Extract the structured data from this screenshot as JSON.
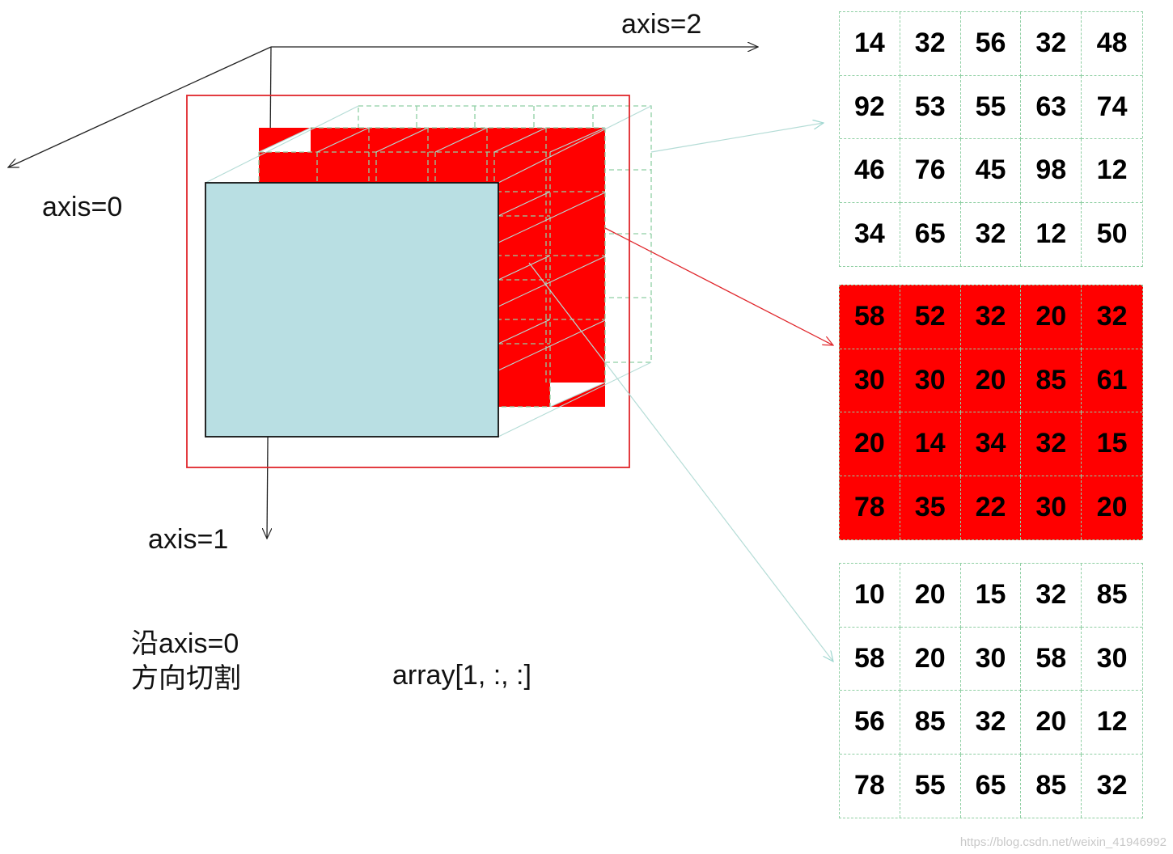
{
  "axes": {
    "axis0": "axis=0",
    "axis1": "axis=1",
    "axis2": "axis=2"
  },
  "caption": {
    "line1": "沿axis=0",
    "line2": "方向切割"
  },
  "slice_expr": "array[1, :, :]",
  "matrices": [
    {
      "name": "back-slice",
      "highlighted": false,
      "rows": [
        [
          "14",
          "32",
          "56",
          "32",
          "48"
        ],
        [
          "92",
          "53",
          "55",
          "63",
          "74"
        ],
        [
          "46",
          "76",
          "45",
          "98",
          "12"
        ],
        [
          "34",
          "65",
          "32",
          "12",
          "50"
        ]
      ]
    },
    {
      "name": "middle-slice",
      "highlighted": true,
      "rows": [
        [
          "58",
          "52",
          "32",
          "20",
          "32"
        ],
        [
          "30",
          "30",
          "20",
          "85",
          "61"
        ],
        [
          "20",
          "14",
          "34",
          "32",
          "15"
        ],
        [
          "78",
          "35",
          "22",
          "30",
          "20"
        ]
      ]
    },
    {
      "name": "front-slice",
      "highlighted": false,
      "rows": [
        [
          "10",
          "20",
          "15",
          "32",
          "85"
        ],
        [
          "58",
          "20",
          "30",
          "58",
          "30"
        ],
        [
          "56",
          "85",
          "32",
          "20",
          "12"
        ],
        [
          "78",
          "55",
          "65",
          "85",
          "32"
        ]
      ]
    }
  ],
  "colors": {
    "highlight": "#ff0000",
    "front_face": "#b9dfe3",
    "grid_dash": "#8fcfa3",
    "frame": "#e0262b"
  },
  "watermark": "https://blog.csdn.net/weixin_41946992"
}
